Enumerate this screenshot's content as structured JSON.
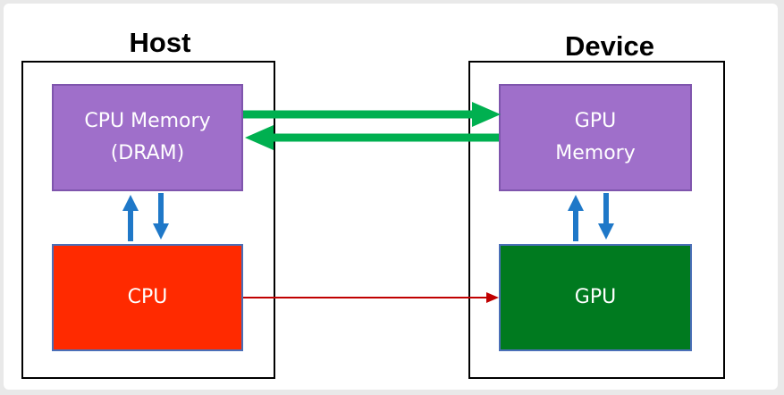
{
  "host": {
    "title": "Host",
    "memory_label": "CPU Memory\n(DRAM)",
    "processor_label": "CPU"
  },
  "device": {
    "title": "Device",
    "memory_label": "GPU\nMemory",
    "processor_label": "GPU"
  },
  "colors": {
    "memory": "#9f6fca",
    "cpu": "#ff2a00",
    "gpu": "#007a1f",
    "transfer_arrow": "#00b050",
    "local_arrow": "#1f78c8",
    "control_arrow": "#c00000"
  }
}
